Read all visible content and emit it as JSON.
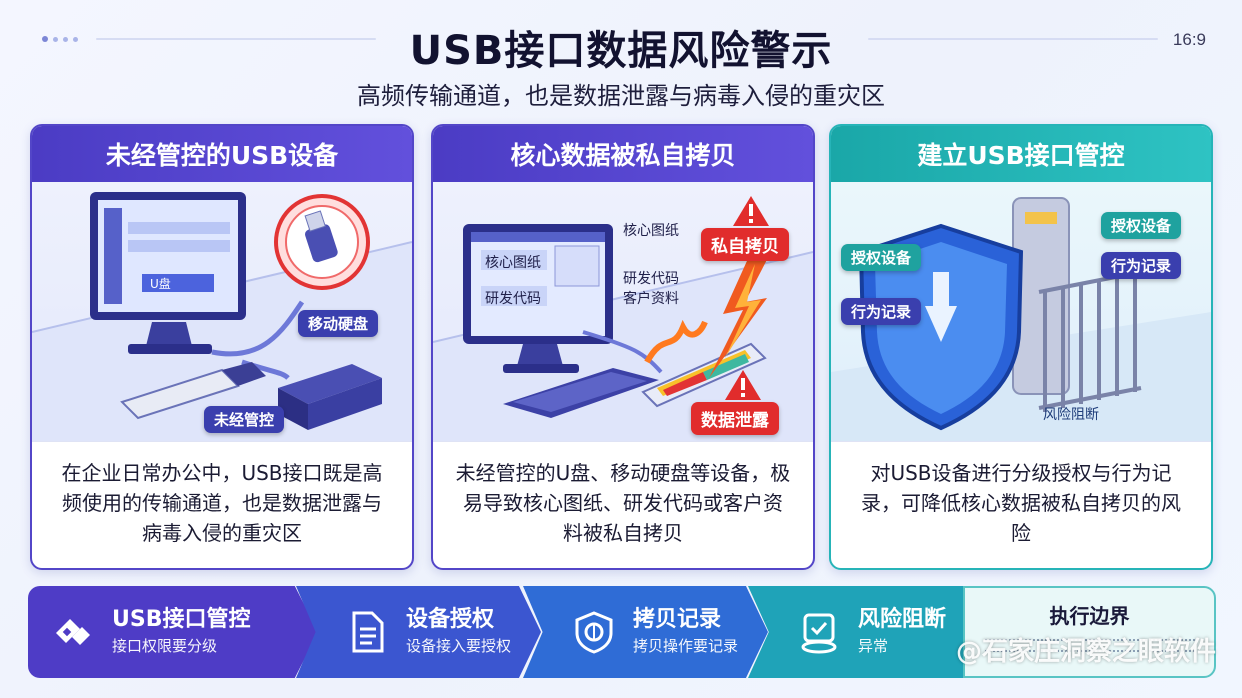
{
  "header": {
    "title": "USB接口数据风险警示",
    "subtitle": "高频传输通道，也是数据泄露与病毒入侵的重灾区",
    "ratio": "16:9"
  },
  "cards": [
    {
      "title": "未经管控的USB设备",
      "labels": {
        "mobile_disk": "移动硬盘",
        "unmanaged": "未经管控",
        "screen_button": "U盘"
      },
      "text": "在企业日常办公中，USB接口既是高频使用的传输通道，也是数据泄露与病毒入侵的重灾区"
    },
    {
      "title": "核心数据被私自拷贝",
      "labels": {
        "core_drawings_screen": "核心图纸",
        "rd_code_screen": "研发代码",
        "core_drawings": "核心图纸",
        "rd_code": "研发代码",
        "customer_info": "客户资料",
        "private_copy": "私自拷贝",
        "data_leak": "数据泄露"
      },
      "text": "未经管控的U盘、移动硬盘等设备，极易导致核心图纸、研发代码或客户资料被私自拷贝"
    },
    {
      "title": "建立USB接口管控",
      "labels": {
        "auth_device_left": "授权设备",
        "behavior_record_left": "行为记录",
        "auth_device_right": "授权设备",
        "behavior_record_right": "行为记录",
        "risk_block": "风险阻断"
      },
      "text": "对USB设备进行分级授权与行为记录，可降低核心数据被私自拷贝的风险"
    }
  ],
  "steps": [
    {
      "title": "USB接口管控",
      "sub": "接口权限要分级",
      "icon": "usb-icon"
    },
    {
      "title": "设备授权",
      "sub": "设备接入要授权",
      "icon": "document-icon"
    },
    {
      "title": "拷贝记录",
      "sub": "拷贝操作要记录",
      "icon": "shield-icon"
    },
    {
      "title": "风险阻断",
      "sub": "异常",
      "icon": "check-badge-icon"
    }
  ],
  "boundary": {
    "title": "执行边界"
  },
  "watermark": "@石家庄洞察之眼软件",
  "colors": {
    "primary": "#4e3cc6",
    "teal": "#1fa3b8",
    "alert": "#e12c2c"
  }
}
